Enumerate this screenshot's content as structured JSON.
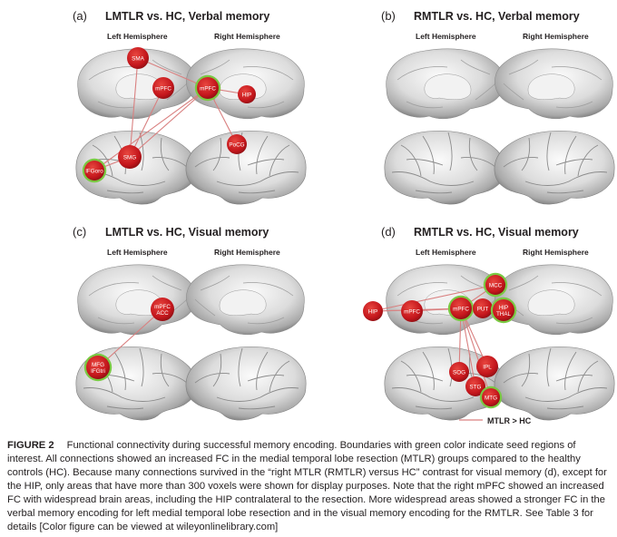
{
  "panels": [
    {
      "id": "a",
      "letter": "(a)",
      "title": "LMTLR vs. HC, Verbal memory",
      "left_label": "Left Hemisphere",
      "right_label": "Right Hemisphere",
      "nodes": [
        {
          "label": "SMA",
          "seed": false
        },
        {
          "label": "mPFC",
          "seed": false
        },
        {
          "label": "mPFC",
          "seed": true
        },
        {
          "label": "HIP",
          "seed": false
        },
        {
          "label": "SMG",
          "seed": false
        },
        {
          "label": "IFGoro",
          "seed": true
        },
        {
          "label": "PoCG",
          "seed": false
        }
      ]
    },
    {
      "id": "b",
      "letter": "(b)",
      "title": "RMTLR vs. HC, Verbal memory",
      "left_label": "Left Hemisphere",
      "right_label": "Right Hemisphere",
      "nodes": []
    },
    {
      "id": "c",
      "letter": "(c)",
      "title": "LMTLR vs. HC, Visual memory",
      "left_label": "Left Hemisphere",
      "right_label": "Right Hemisphere",
      "nodes": [
        {
          "label": "mPFC ACC",
          "seed": false
        },
        {
          "label": "MFG IFGtri",
          "seed": true
        }
      ]
    },
    {
      "id": "d",
      "letter": "(d)",
      "title": "RMTLR vs. HC, Visual memory",
      "left_label": "Left Hemisphere",
      "right_label": "Right Hemisphere",
      "nodes": [
        {
          "label": "HIP",
          "seed": false
        },
        {
          "label": "mPFC",
          "seed": false
        },
        {
          "label": "mPFC",
          "seed": true
        },
        {
          "label": "PUT",
          "seed": false
        },
        {
          "label": "HIP THAL",
          "seed": true
        },
        {
          "label": "MCC",
          "seed": true
        },
        {
          "label": "IPL",
          "seed": false
        },
        {
          "label": "SOG",
          "seed": false
        },
        {
          "label": "STG",
          "seed": false
        },
        {
          "label": "MTG",
          "seed": true
        }
      ]
    }
  ],
  "legend": {
    "label": "MTLR > HC",
    "color": "#d98080"
  },
  "colors": {
    "node": "#c4161c",
    "seed_border": "#7ac943",
    "connection": "#d98080"
  },
  "caption": {
    "label": "FIGURE 2",
    "text": "Functional connectivity during successful memory encoding. Boundaries with green color indicate seed regions of interest. All connections showed an increased FC in the medial temporal lobe resection (MTLR) groups compared to the healthy controls (HC). Because many connections survived in the “right MTLR (RMTLR) versus HC” contrast for visual memory (d), except for the HIP, only areas that have more than 300 voxels were shown for display purposes. Note that the right mPFC showed an increased FC with widespread brain areas, including the HIP contralateral to the resection. More widespread areas showed a stronger FC in the verbal memory encoding for left medial temporal lobe resection and in the visual memory encoding for the RMTLR. See Table 3 for details [Color figure can be viewed at wileyonlinelibrary.com]"
  }
}
